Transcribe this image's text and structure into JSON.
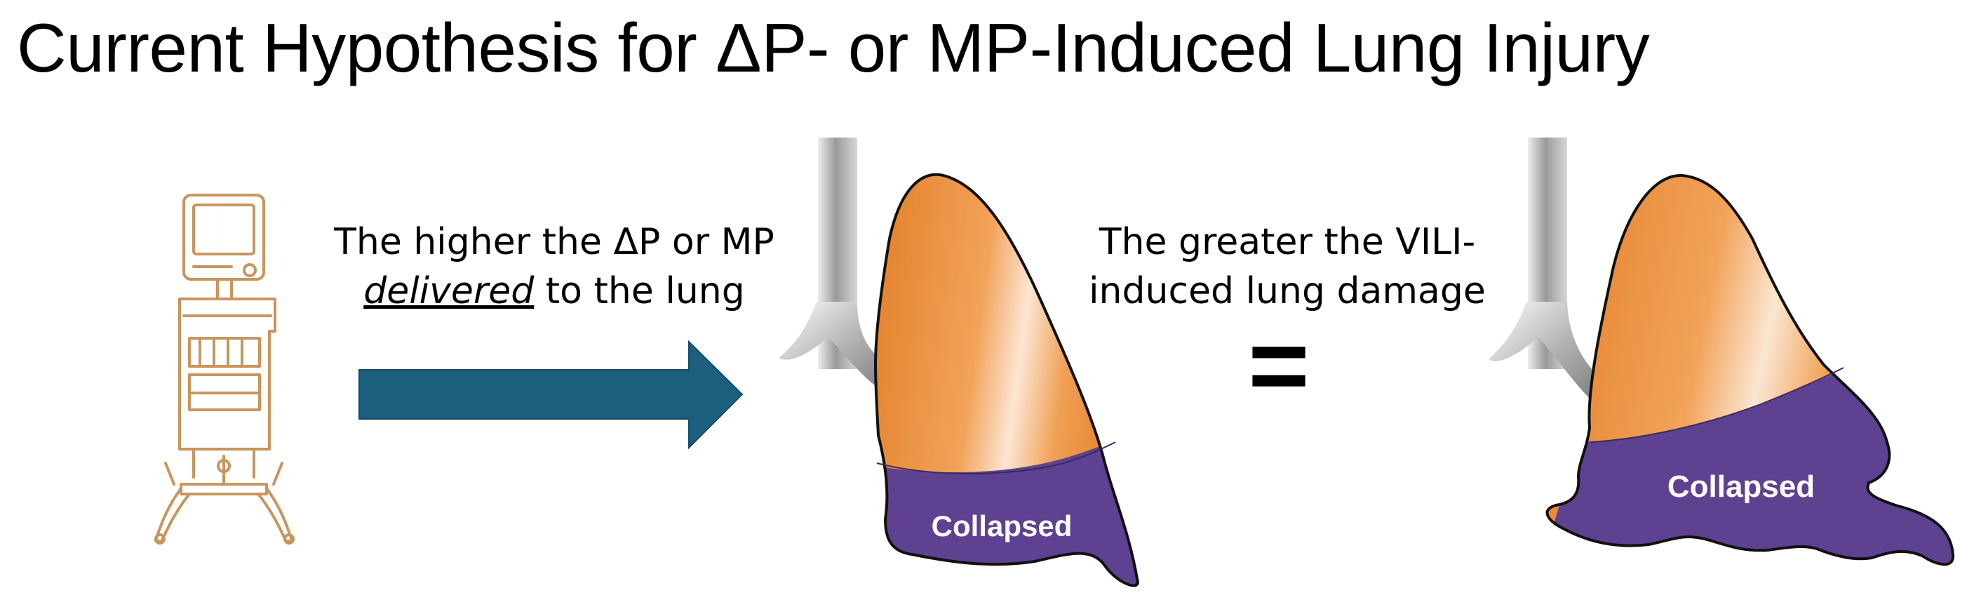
{
  "title": "Current Hypothesis for ΔP- or MP-Induced Lung Injury",
  "left_caption": {
    "line1": "The higher the ΔP or MP",
    "emphasis": "delivered",
    "rest": " to the lung"
  },
  "right_caption": {
    "line1": "The greater the VILI-",
    "line2": "induced lung damage"
  },
  "equals_sign": "=",
  "lung_left_label": "Collapsed",
  "lung_right_label": "Collapsed",
  "colors": {
    "arrow": "#1b5e7e",
    "lung_aerated": "#e8822a",
    "lung_collapsed": "#5e4191",
    "ventilator": "#c8955f",
    "airway": "#c9c9c9"
  }
}
